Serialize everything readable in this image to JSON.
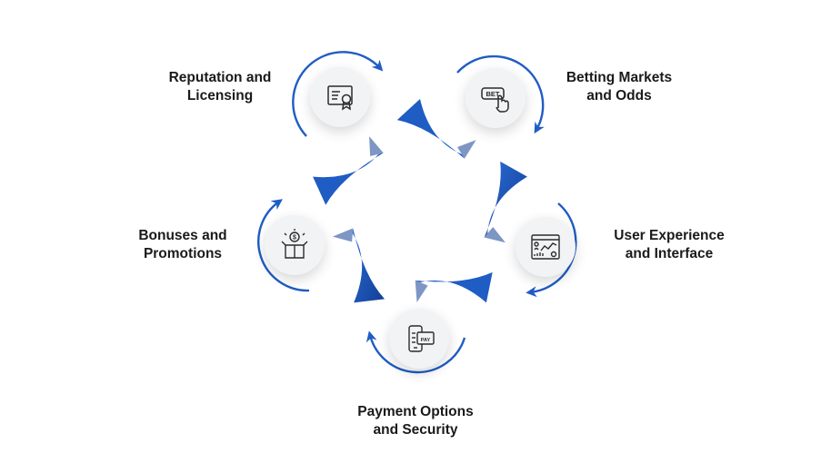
{
  "diagram": {
    "accent_color": "#1f5cc4",
    "accent_dark": "#123f94",
    "nodes": [
      {
        "id": "reputation",
        "line1": "Reputation and",
        "line2": "Licensing",
        "icon": "certificate-icon"
      },
      {
        "id": "betting",
        "line1": "Betting Markets",
        "line2": "and Odds",
        "icon": "bet-click-icon",
        "icon_text": "BET"
      },
      {
        "id": "ux",
        "line1": "User Experience",
        "line2": "and Interface",
        "icon": "dashboard-icon"
      },
      {
        "id": "payment",
        "line1": "Payment Options",
        "line2": "and Security",
        "icon": "mobile-pay-icon",
        "icon_text": "PAY"
      },
      {
        "id": "bonuses",
        "line1": "Bonuses and",
        "line2": "Promotions",
        "icon": "gift-box-icon"
      }
    ]
  }
}
